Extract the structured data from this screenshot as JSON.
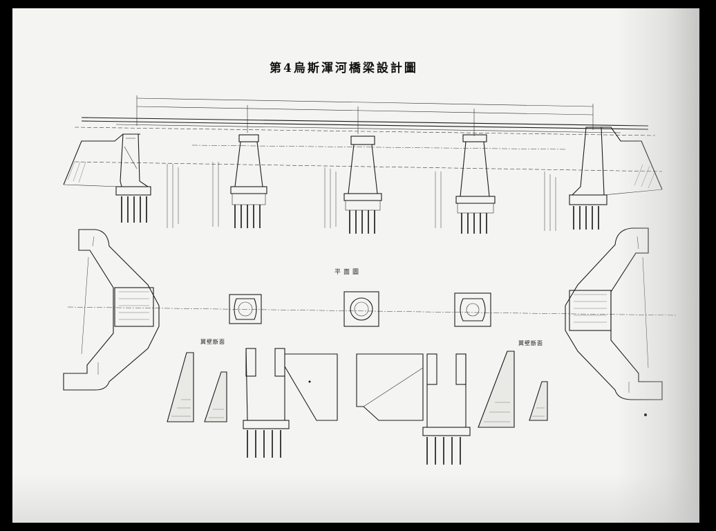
{
  "drawing": {
    "title": "第4烏斯渾河橋梁設計圖",
    "plan_view_label": "平面圖",
    "section_label_left": "翼壁斷面",
    "section_label_right": "翼壁斷面"
  },
  "colors": {
    "frame": "#000000",
    "paper": "#f4f4f2",
    "ink": "#1a1a1a"
  }
}
